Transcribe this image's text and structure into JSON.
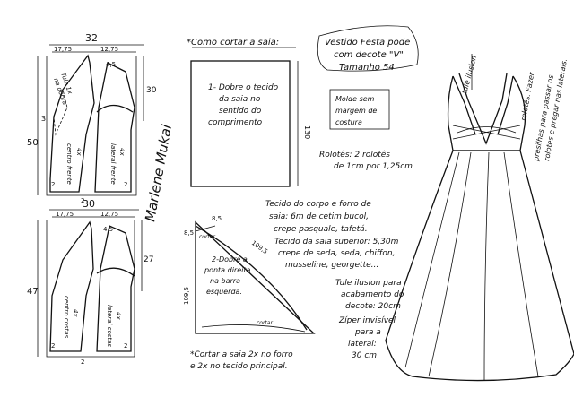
{
  "top_pattern": {
    "width": "32",
    "left_seg": "17,75",
    "right_seg": "12,75",
    "n45": "4,5",
    "n30": "30",
    "n50": "50",
    "n3": "3",
    "n2a": "2",
    "n2b": "2",
    "n2c": "2",
    "tule_label": "Tule 1x",
    "dobra_label": "na dobra",
    "centro_frente": "centro frente",
    "frente_count": "4x",
    "lateral_frente": "lateral frente",
    "lateral_count": "4x"
  },
  "bottom_pattern": {
    "width": "30",
    "left_seg": "17,75",
    "right_seg": "12,75",
    "n45": "4,5",
    "n27": "27",
    "n47": "47",
    "n2a": "2",
    "n2b": "2",
    "n2c": "2",
    "centro_costas": "centro costas",
    "costas_count": "4x",
    "lateral_costas": "lateral costas",
    "lateral_count": "4x"
  },
  "signature": "Marlene Mukai",
  "skirt_section": {
    "title": "*Como cortar a saia:",
    "step1": [
      "1- Dobre o tecido",
      "da saia no",
      "sentido do",
      "comprimento"
    ],
    "rect_height": "130",
    "step2": [
      "2-Dobre a",
      "ponta direita",
      "na barra",
      "esquerda."
    ],
    "n85a": "8,5",
    "n85b": "8,5",
    "cortar_top": "cortar",
    "n1095a": "109,5",
    "n1095b": "109,5",
    "cortar_bottom": "cortar",
    "instructions": [
      "*Cortar a saia 2x no forro",
      "e 2x  no tecido principal."
    ]
  },
  "title_box": {
    "lines": [
      "Vestido Festa pode",
      "com decote \"V\"",
      "Tamanho 54"
    ],
    "note": [
      "Molde sem",
      "margem de",
      "costura"
    ]
  },
  "rolotes": [
    "Rolotês: 2 rolotês",
    "de 1cm por 1,25cm"
  ],
  "fabric_notes": [
    "Tecido do corpo e forro de",
    "saia: 6m  de cetim bucol,",
    "crepe pasquale, tafetá.",
    "Tecido da saia superior: 5,30m",
    "crepe de seda, seda, chiffon,",
    "musseline, georgette...",
    "Tule ilusion para",
    "acabamento do",
    "decote: 20cm",
    "Zíper invisível",
    "para a",
    "lateral:",
    "30 cm"
  ],
  "dress": {
    "tule_label": "tule ilusion",
    "side_note": [
      "rolotês. Fazer",
      "presilhas para passar os",
      "rolotes e pregar nas laterais."
    ]
  }
}
